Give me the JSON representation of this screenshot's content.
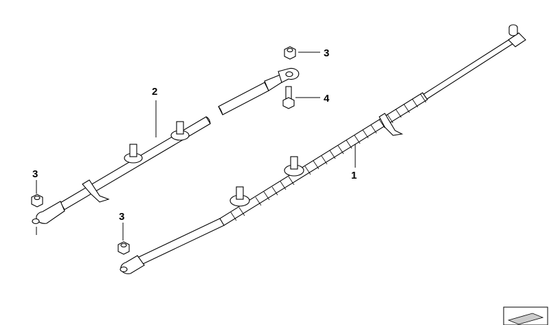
{
  "callouts": [
    {
      "id": "c1",
      "number": "1"
    },
    {
      "id": "c2",
      "number": "2"
    },
    {
      "id": "c3a",
      "number": "3"
    },
    {
      "id": "c3b",
      "number": "3"
    },
    {
      "id": "c3c",
      "number": "3"
    },
    {
      "id": "c4",
      "number": "4"
    }
  ],
  "colors": {
    "line": "#000000",
    "fill": "#ffffff",
    "thumbnail": "#cccccc"
  }
}
